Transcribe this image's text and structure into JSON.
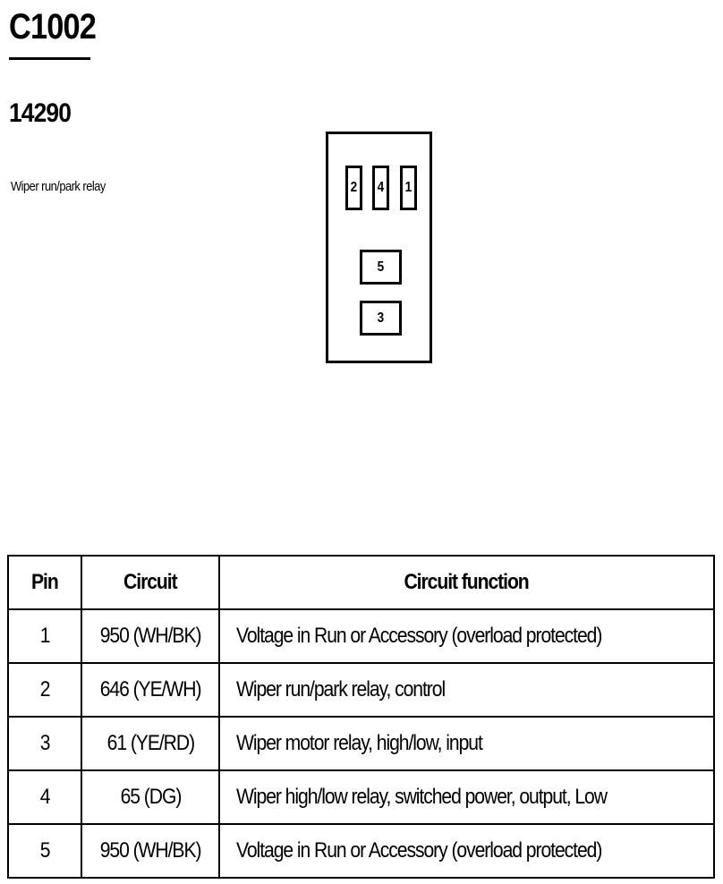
{
  "connector": {
    "id": "C1002",
    "part_number": "14290",
    "description": "Wiper run/park relay"
  },
  "diagram": {
    "pins_top": [
      "2",
      "4",
      "1"
    ],
    "pins_middle": "5",
    "pins_bottom": "3"
  },
  "table": {
    "headers": [
      "Pin",
      "Circuit",
      "Circuit function"
    ],
    "rows": [
      {
        "pin": "1",
        "circuit": "950 (WH/BK)",
        "function": "Voltage in Run or Accessory (overload protected)"
      },
      {
        "pin": "2",
        "circuit": "646 (YE/WH)",
        "function": "Wiper run/park relay, control"
      },
      {
        "pin": "3",
        "circuit": "61 (YE/RD)",
        "function": "Wiper motor relay, high/low, input"
      },
      {
        "pin": "4",
        "circuit": "65 (DG)",
        "function": "Wiper high/low relay, switched power, output, Low"
      },
      {
        "pin": "5",
        "circuit": "950 (WH/BK)",
        "function": "Voltage in Run or Accessory (overload protected)"
      }
    ]
  }
}
